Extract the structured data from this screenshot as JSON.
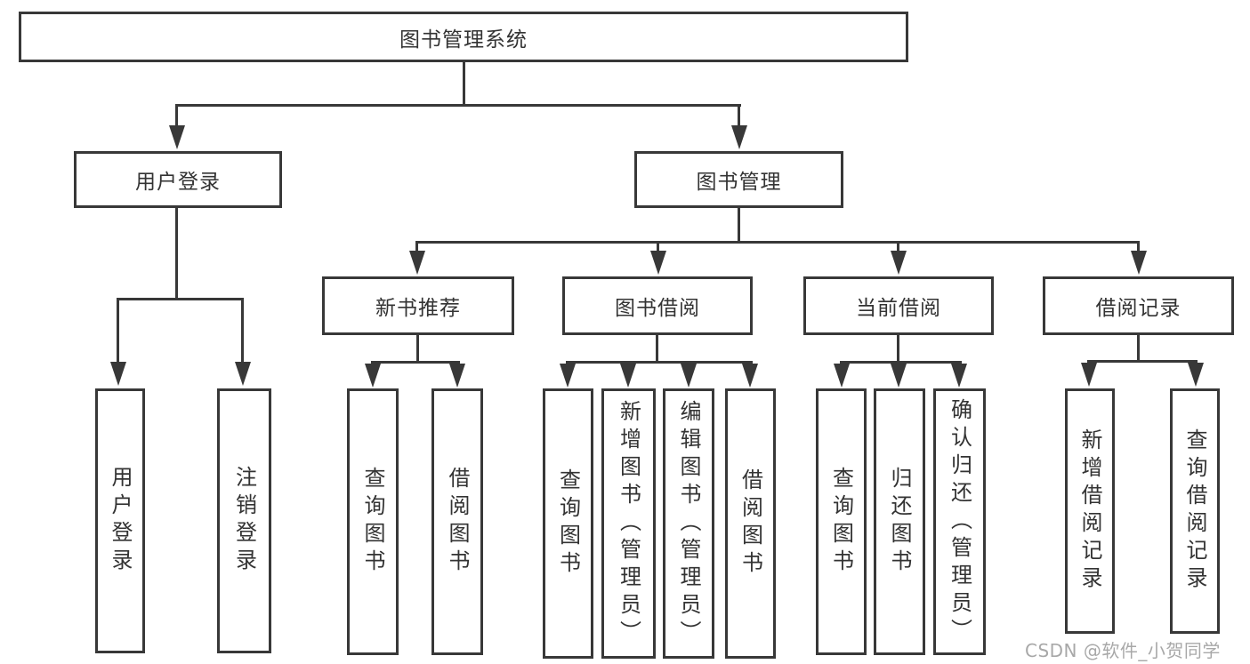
{
  "diagram": {
    "root": "图书管理系统",
    "branches": [
      {
        "label": "用户登录",
        "children": [
          "用户登录",
          "注销登录"
        ]
      },
      {
        "label": "图书管理",
        "modules": [
          {
            "label": "新书推荐",
            "children": [
              "查询图书",
              "借阅图书"
            ]
          },
          {
            "label": "图书借阅",
            "children": [
              "查询图书",
              "新增图书（管理员）",
              "编辑图书（管理员）",
              "借阅图书"
            ]
          },
          {
            "label": "当前借阅",
            "children": [
              "查询图书",
              "归还图书",
              "确认归还（管理员）"
            ]
          },
          {
            "label": "借阅记录",
            "children": [
              "新增借阅记录",
              "查询借阅记录"
            ]
          }
        ]
      }
    ]
  },
  "watermark": {
    "text": "CSDN @软件_小贺同学"
  },
  "colors": {
    "line": "#383838",
    "text": "#333333",
    "watermark": "#a8a8a8",
    "background": "#ffffff"
  }
}
